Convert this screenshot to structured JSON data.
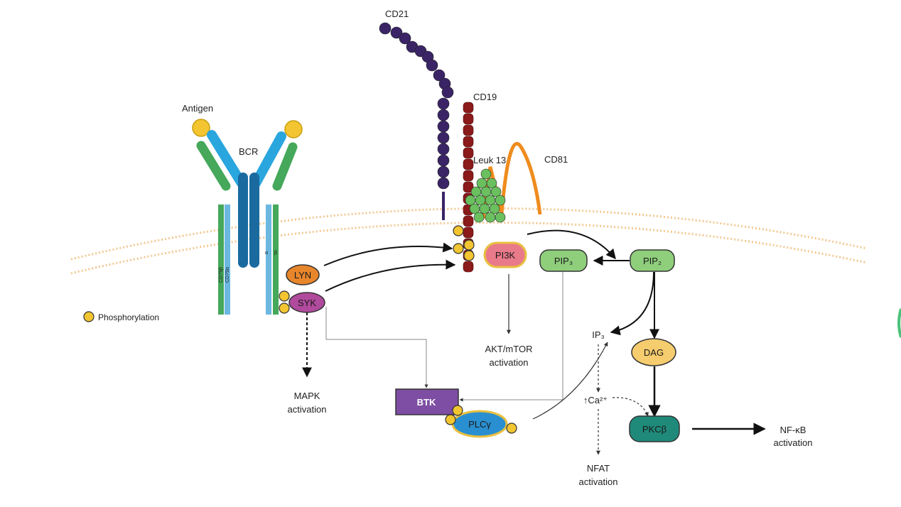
{
  "labels": {
    "antigen": "Antigen",
    "bcr": "BCR",
    "cd21": "CD21",
    "cd19": "CD19",
    "leuk13": "Leuk 13",
    "cd81": "CD81",
    "cd79b": "CD79β",
    "cd79a": "CD79α",
    "alpha": "α",
    "beta": "β",
    "phosphorylation": "Phosphorylation"
  },
  "nodes": {
    "lyn": "LYN",
    "syk": "SYK",
    "pi3k": "PI3K",
    "pip3": "PIP₃",
    "pip2": "PIP₂",
    "ip3": "IP₃",
    "dag": "DAG",
    "ca": "↑Ca²⁺",
    "btk": "BTK",
    "plcg": "PLCγ",
    "pkcb": "PKCβ"
  },
  "outcomes": {
    "akt_1": "AKT/mTOR",
    "akt_2": "activation",
    "mapk_1": "MAPK",
    "mapk_2": "activation",
    "nfat_1": "NFAT",
    "nfat_2": "activation",
    "nfkb_1": "NF-κB",
    "nfkb_2": "activation"
  },
  "colors": {
    "membrane": "#f3c892",
    "antigen": "#f2c531",
    "heavy_chain": "#1a6aa0",
    "light_blue": "#2aa6de",
    "light_green": "#45a85a",
    "cd79": "#6bb8e0",
    "cd21": "#3a2466",
    "cd19": "#8b1a1a",
    "leuk13": "#6abf5e",
    "cd81": "#ef8c1e",
    "lyn": "#e8862b",
    "syk": "#b04a9c",
    "pi3k": "#e97a8a",
    "pip": "#8fcf7c",
    "dag": "#f5cc6e",
    "btk": "#7d4ea3",
    "plcg": "#2a8fd0",
    "pkcb": "#1f8a7a",
    "phospho": "#f2c531"
  }
}
